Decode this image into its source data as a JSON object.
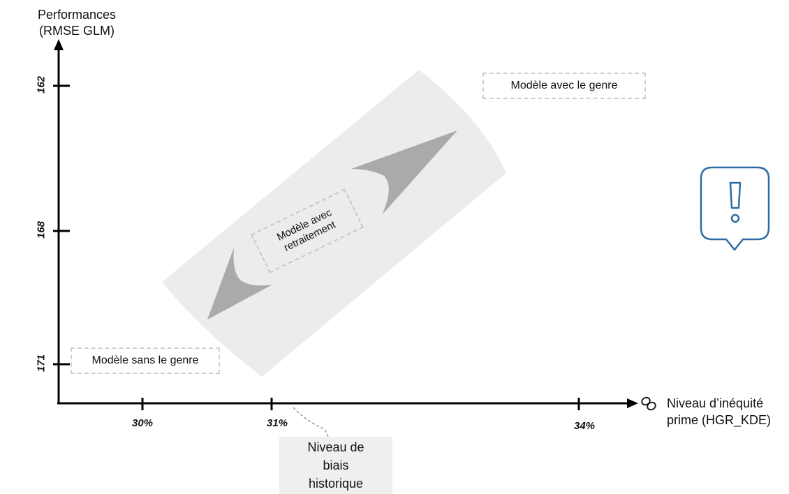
{
  "y_axis": {
    "label_line1": "Performances",
    "label_line2": "(RMSE GLM)",
    "ticks": [
      "162",
      "168",
      "171"
    ]
  },
  "x_axis": {
    "label_line1": "Niveau d’inéquité",
    "label_line2": "prime (HGR_KDE)",
    "ticks": [
      "30%",
      "31%",
      "34%"
    ]
  },
  "boxes": {
    "with_gender": "Modèle avec le genre",
    "without_gender": "Modèle sans le genre",
    "retreatment_line1": "Modèle avec",
    "retreatment_line2": "retraitement"
  },
  "callout": {
    "line1": "Niveau de",
    "line2": "biais",
    "line3": "historique"
  },
  "colors": {
    "axis": "#000000",
    "band": "#ececec",
    "arrow": "#9a9a9a",
    "icon": "#2e6da4",
    "dashed": "#c8c8c8"
  },
  "icons": [
    "link-icon",
    "warning-bubble-icon"
  ]
}
